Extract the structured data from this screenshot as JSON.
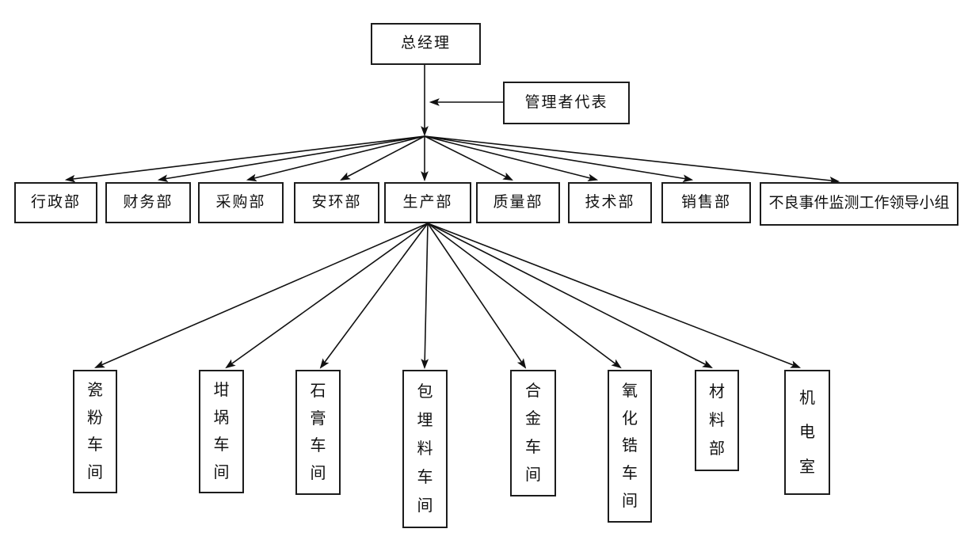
{
  "org_chart": {
    "root": {
      "label": "总经理"
    },
    "staff": {
      "label": "管理者代表"
    },
    "departments": [
      {
        "label": "行政部"
      },
      {
        "label": "财务部"
      },
      {
        "label": "采购部"
      },
      {
        "label": "安环部"
      },
      {
        "label": "生产部"
      },
      {
        "label": "质量部"
      },
      {
        "label": "技术部"
      },
      {
        "label": "销售部"
      },
      {
        "label": "不良事件监测工作领导小组"
      }
    ],
    "production_units": [
      {
        "label": "瓷粉车间"
      },
      {
        "label": "坩埚车间"
      },
      {
        "label": "石膏车间"
      },
      {
        "label": "包埋料车间"
      },
      {
        "label": "合金车间"
      },
      {
        "label": "氧化锆车间"
      },
      {
        "label": "材料部"
      },
      {
        "label": "机电室"
      }
    ],
    "colors": {
      "line": "#111111",
      "box_border": "#1c1c1c",
      "background": "#ffffff",
      "text": "#111111"
    }
  }
}
